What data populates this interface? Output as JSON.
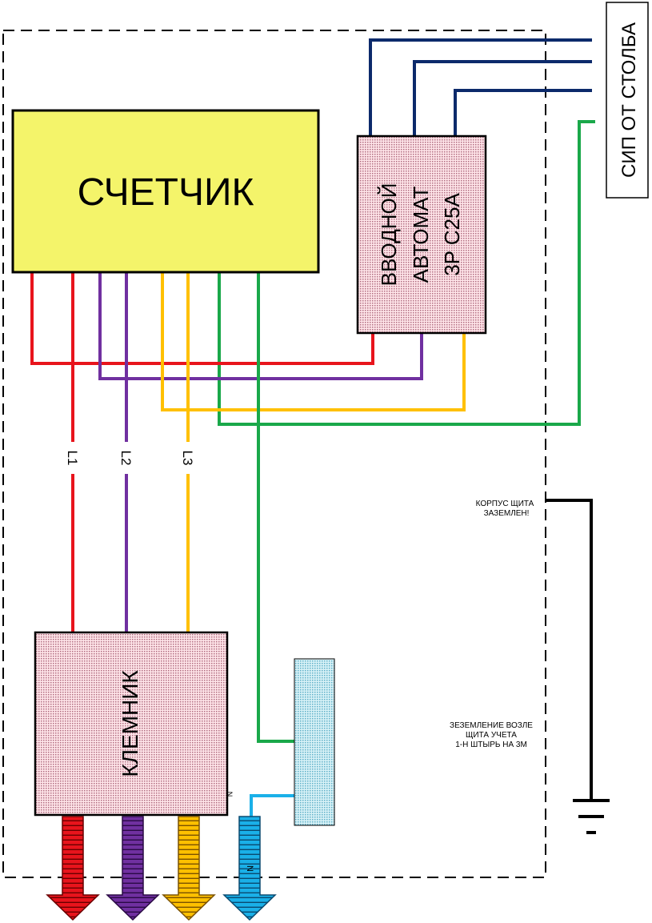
{
  "meter": {
    "label": "СЧЕТЧИК"
  },
  "main_breaker": {
    "line1": "ВВОДНОЙ",
    "line2": "АВТОМАТ",
    "line3": "3P C25A"
  },
  "terminal_block": {
    "label": "КЛЕМНИК",
    "n_mark": "N"
  },
  "incoming": {
    "label": "СИП ОТ СТОЛБА"
  },
  "phases": {
    "l1": "L1",
    "l2": "L2",
    "l3": "L3"
  },
  "outputs": {
    "n": "N"
  },
  "notes": {
    "body_line1": "КОРПУС ЩИТА",
    "body_line2": "ЗАЗЕМЛЕН!",
    "ground_line1": "ЗЕЗЕМЛЕНИЕ ВОЗЛЕ",
    "ground_line2": "ЩИТА УЧЕТА",
    "ground_line3": "1-Н ШТЫРЬ НА 3М"
  },
  "colors": {
    "l1": "#e8141c",
    "l2": "#7030a0",
    "l3": "#ffc000",
    "neutral": "#1aa84a",
    "pe": "#1ab0e8",
    "incoming": "#0c2a6b",
    "meter_fill": "#f4f46a"
  }
}
